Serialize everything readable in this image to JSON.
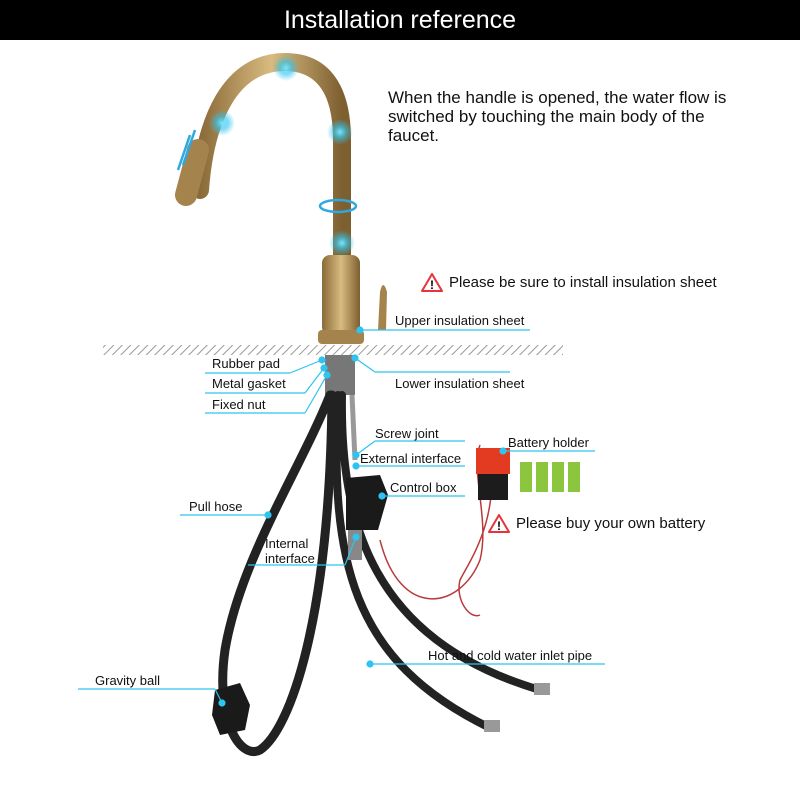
{
  "title": "Installation reference",
  "description": "When the handle is opened, the water flow is switched by touching the main body of the faucet.",
  "warnings": {
    "insulation": "Please be sure to install insulation sheet",
    "battery": "Please buy your own battery"
  },
  "labels": {
    "upper_insulation_sheet": "Upper insulation sheet",
    "rubber_pad": "Rubber pad",
    "metal_gasket": "Metal gasket",
    "fixed_nut": "Fixed nut",
    "lower_insulation_sheet": "Lower insulation sheet",
    "screw_joint": "Screw joint",
    "external_interface": "External interface",
    "battery_holder": "Battery holder",
    "control_box": "Control box",
    "pull_hose": "Pull hose",
    "internal_interface": "Internal\ninterface",
    "inlet_pipe": "Hot and cold water inlet pipe",
    "gravity_ball": "Gravity ball"
  },
  "colors": {
    "callout": "#2ec4ef",
    "warning": "#e8333b",
    "battery": "#8cc63f",
    "brass": "#b8945a"
  }
}
